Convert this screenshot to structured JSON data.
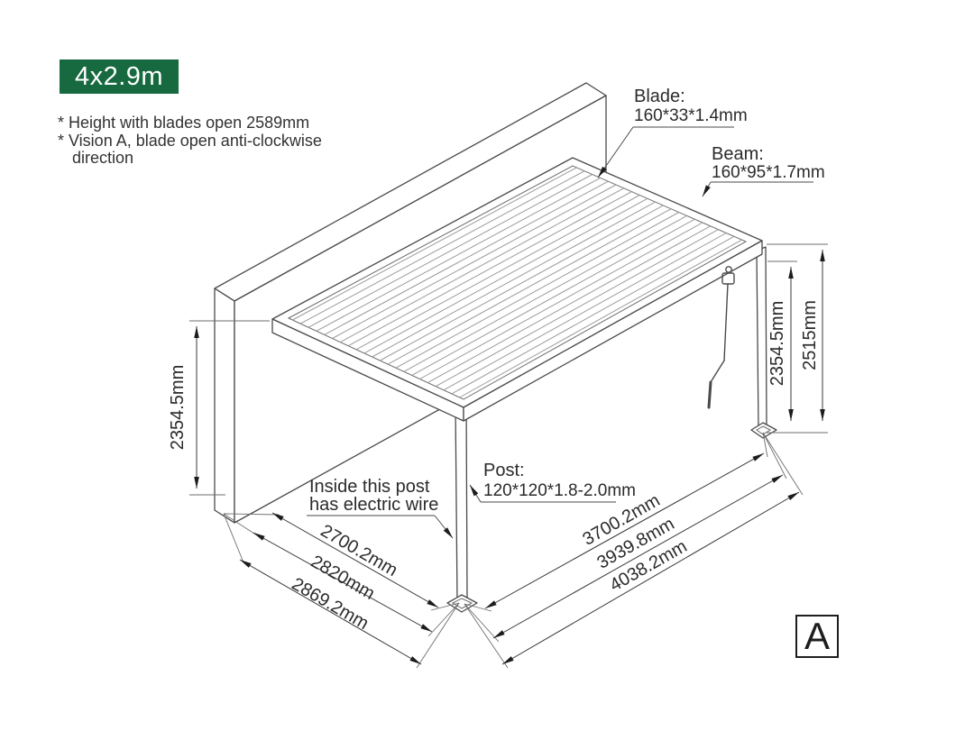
{
  "badge": {
    "label": "4x2.9m"
  },
  "notes": {
    "line1": "* Height with blades open 2589mm",
    "line2": "* Vision A, blade open anti-clockwise",
    "line3": "direction"
  },
  "callouts": {
    "blade": {
      "title": "Blade:",
      "spec": "160*33*1.4mm"
    },
    "beam": {
      "title": "Beam:",
      "spec": "160*95*1.7mm"
    },
    "post": {
      "title": "Post:",
      "spec": "120*120*1.8-2.0mm"
    },
    "electric_wire": {
      "line1": "Inside this post",
      "line2": "has electric wire"
    }
  },
  "dimensions": {
    "wall_height": "2354.5mm",
    "post_height": "2354.5mm",
    "overall_height": "2515mm",
    "depth_inner": "2700.2mm",
    "depth_mid": "2820mm",
    "depth_outer": "2869.2mm",
    "width_inner": "3700.2mm",
    "width_mid": "3939.8mm",
    "width_outer": "4038.2mm"
  },
  "view_marker": {
    "label": "A"
  },
  "colors": {
    "badge_green": "#17693f",
    "structure_line": "#4a4a4a",
    "blade_line": "#9b9b9b",
    "dimension_line": "#383838",
    "text": "#2b2b2b"
  }
}
